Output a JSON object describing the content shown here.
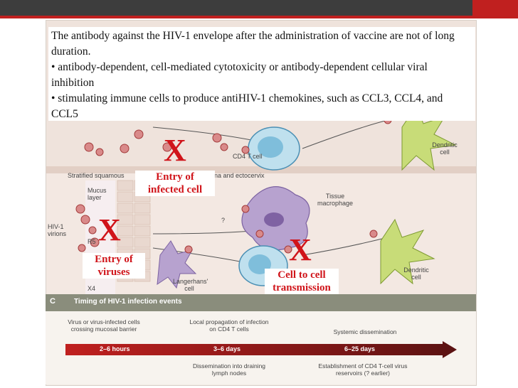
{
  "overlay": {
    "line1": "The antibody against the HIV-1 envelope after the administration of vaccine are not of long duration.",
    "line2": "• antibody-dependent, cell-mediated cytotoxicity or antibody-dependent cellular viral inhibition",
    "line3": "• stimulating immune cells to produce antiHIV-1 chemokines, such as CCL3, CCL4, and CCL5"
  },
  "diagram": {
    "label_cd4": "CD4 T cell",
    "label_dendritic": "Dendritic cell",
    "label_stratified": "Stratified squamous",
    "label_vagina": "agina and ectocervix",
    "label_mucus": "Mucus layer",
    "label_hiv": "HIV-1 virions",
    "label_tissue_macrophage": "Tissue macrophage",
    "label_langerhans": "Langerhans' cell",
    "label_dendritic2": "Dendritic cell",
    "label_r5": "R5",
    "label_x4": "X4",
    "label_q": "?",
    "label_cd4_frag": "CD4",
    "cross_symbol": "X",
    "entry_infected": "Entry of infected cell",
    "entry_viruses": "Entry of viruses",
    "cell_to_cell": "Cell to cell transmission"
  },
  "timeline": {
    "letter": "C",
    "title": "Timing of HIV-1 infection events",
    "top_labels": [
      "Virus or virus-infected cells crossing mucosal barrier",
      "Local propagation of infection on CD4 T cells",
      "Systemic dissemination"
    ],
    "times": [
      "2–6 hours",
      "3–6 days",
      "6–25 days"
    ],
    "bottom_labels": [
      "Dissemination into draining lymph nodes",
      "Establishment of CD4 T-cell virus reservoirs (? earlier)"
    ]
  },
  "colors": {
    "accent": "#c0201f",
    "cross": "#d0141a",
    "dark_bar": "#3d3d3d"
  }
}
